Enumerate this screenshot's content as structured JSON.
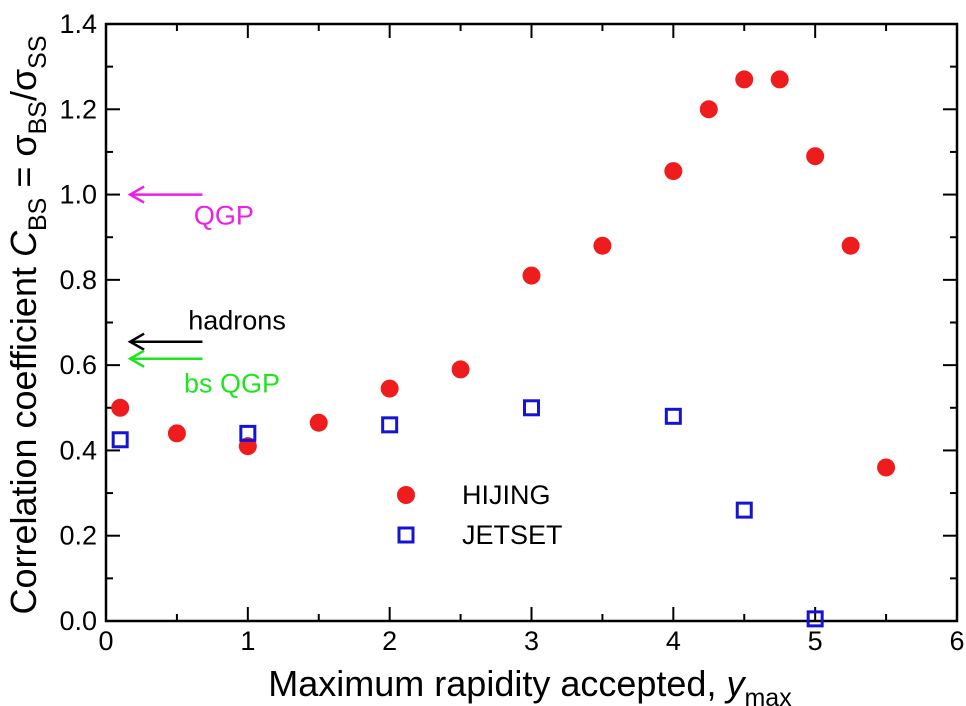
{
  "chart_data": {
    "type": "scatter",
    "xlabel_main": "Maximum rapidity accepted, ",
    "xlabel_var": "y",
    "xlabel_sub": "max",
    "ylabel_prefix": "Correlation coefficient  ",
    "ylabel_var": "C",
    "ylabel_sub1": "BS",
    "ylabel_eq": " = σ",
    "ylabel_sub2": "BS",
    "ylabel_slash": "/σ",
    "ylabel_sub3": "SS",
    "xlim": [
      0,
      6
    ],
    "ylim": [
      0,
      1.4
    ],
    "x_ticks": [
      "0",
      "1",
      "2",
      "3",
      "4",
      "5",
      "6"
    ],
    "y_ticks": [
      "0.0",
      "0.2",
      "0.4",
      "0.6",
      "0.8",
      "1.0",
      "1.2",
      "1.4"
    ],
    "grid": false,
    "legend_position": "center",
    "series": [
      {
        "name": "HIJING",
        "marker": "filled-circle",
        "color": "#ee1c1c",
        "x": [
          0.1,
          0.5,
          1.0,
          1.5,
          2.0,
          2.5,
          3.0,
          3.5,
          4.0,
          4.25,
          4.5,
          4.75,
          5.0,
          5.25,
          5.5
        ],
        "y": [
          0.5,
          0.44,
          0.41,
          0.465,
          0.545,
          0.59,
          0.81,
          0.88,
          1.055,
          1.2,
          1.27,
          1.27,
          1.09,
          0.88,
          0.36
        ]
      },
      {
        "name": "JETSET",
        "marker": "open-square",
        "color": "#1414d2",
        "x": [
          0.1,
          1.0,
          2.0,
          3.0,
          4.0,
          4.5,
          5.0
        ],
        "y": [
          0.425,
          0.44,
          0.46,
          0.5,
          0.48,
          0.26,
          0.005
        ]
      }
    ],
    "annotations": [
      {
        "text": "QGP",
        "y": 1.0,
        "color": "#ee1ee6"
      },
      {
        "text": "hadrons",
        "y": 0.655,
        "color": "#000000"
      },
      {
        "text": "bs QGP",
        "y": 0.615,
        "color": "#1ee61e"
      }
    ]
  }
}
